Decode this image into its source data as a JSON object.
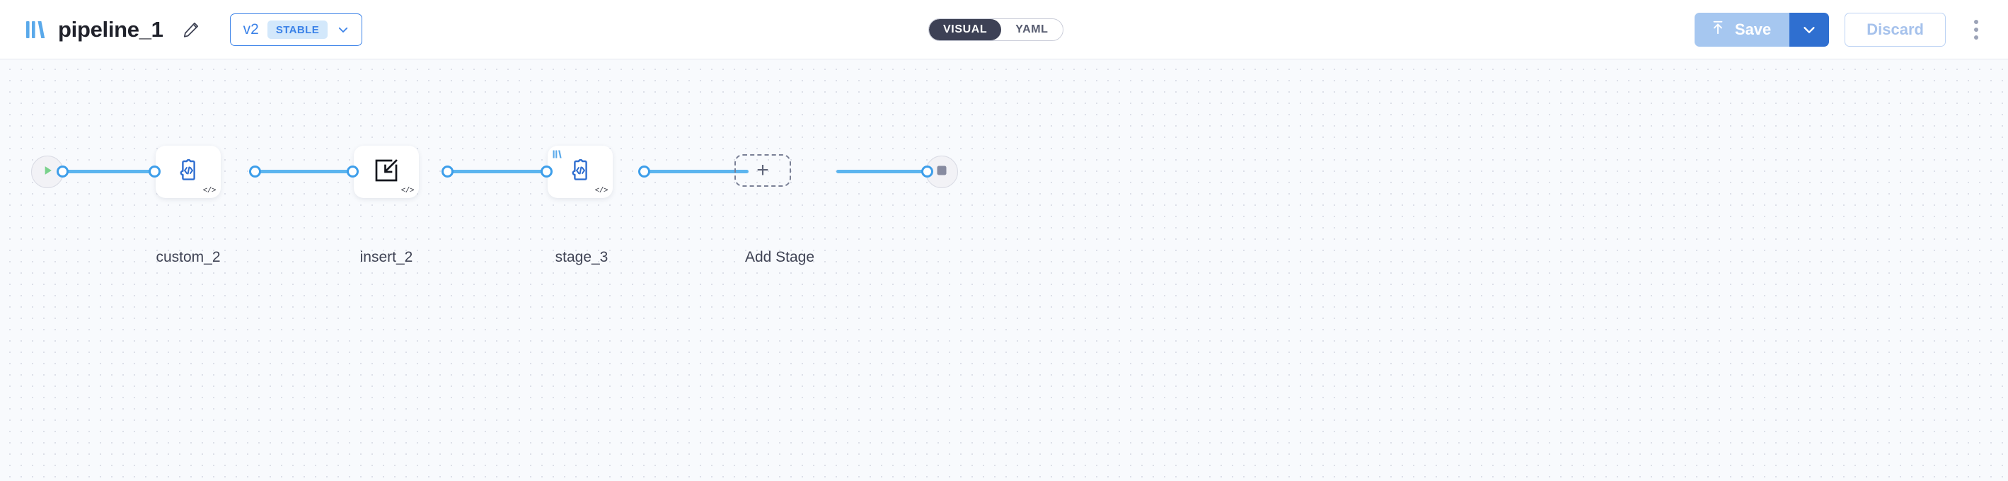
{
  "header": {
    "logo_icon": "pipeline-logo-icon",
    "title": "pipeline_1",
    "edit_icon": "pencil-icon",
    "version": {
      "label": "v2",
      "badge": "STABLE",
      "chevron_icon": "chevron-down-icon"
    },
    "mode_toggle": {
      "options": [
        {
          "label": "VISUAL",
          "active": true
        },
        {
          "label": "YAML",
          "active": false
        }
      ]
    },
    "actions": {
      "save_label": "Save",
      "save_icon": "upload-icon",
      "save_caret_icon": "chevron-down-icon",
      "discard_label": "Discard",
      "overflow_icon": "kebab-menu-icon"
    }
  },
  "canvas": {
    "start_node": {
      "name": "start-node",
      "icon": "play-icon"
    },
    "end_node": {
      "name": "end-node",
      "icon": "stop-icon"
    },
    "add_stage": {
      "label": "Add Stage",
      "icon": "plus-icon"
    },
    "stages": [
      {
        "label": "custom_2",
        "icon": "puzzle-code-icon",
        "code_badge": "</>",
        "has_logo_badge": false
      },
      {
        "label": "insert_2",
        "icon": "insert-into-box-icon",
        "code_badge": "</>",
        "has_logo_badge": false
      },
      {
        "label": "stage_3",
        "icon": "puzzle-code-icon",
        "code_badge": "</>",
        "has_logo_badge": true
      }
    ]
  },
  "colors": {
    "accent_blue": "#3b82e8",
    "edge_blue": "#5cb5ef",
    "handle_blue": "#3d9eea",
    "badge_bg": "#d3e8fb",
    "toggle_active_bg": "#3d4155",
    "save_disabled": "#a6c7f0",
    "save_caret": "#2f6fd0",
    "canvas_bg": "#f8fafd",
    "dot_grid": "#dcdfe8",
    "label_text": "#3f4354"
  }
}
